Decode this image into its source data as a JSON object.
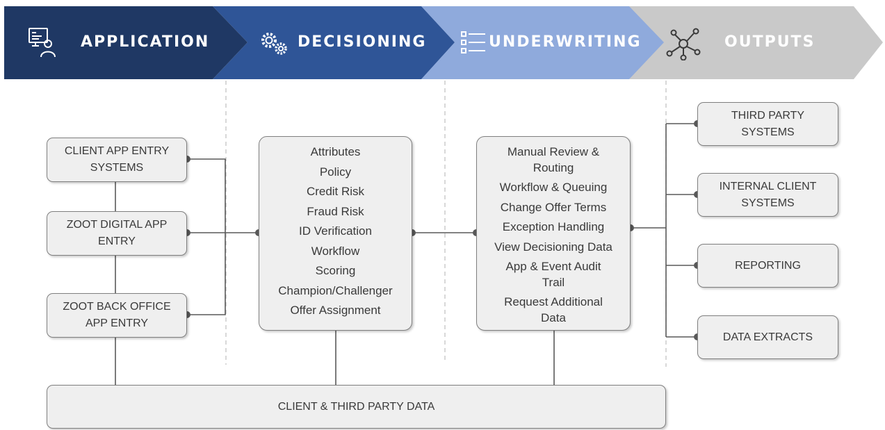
{
  "stages": [
    {
      "label": "APPLICATION",
      "icon": "applicant-screen-icon",
      "color": "#1f3864"
    },
    {
      "label": "DECISIONING",
      "icon": "gears-icon",
      "color": "#2f5597"
    },
    {
      "label": "UNDERWRITING",
      "icon": "checklist-icon",
      "color": "#8faadc"
    },
    {
      "label": "OUTPUTS",
      "icon": "network-icon",
      "color": "#c9c9c9"
    }
  ],
  "application_entries": [
    {
      "line1": "CLIENT APP ENTRY",
      "line2": "SYSTEMS"
    },
    {
      "line1": "ZOOT DIGITAL APP",
      "line2": "ENTRY"
    },
    {
      "line1": "ZOOT BACK OFFICE",
      "line2": "APP ENTRY"
    }
  ],
  "decisioning_items": [
    "Attributes",
    "Policy",
    "Credit Risk",
    "Fraud Risk",
    "ID Verification",
    "Workflow",
    "Scoring",
    "Champion/Challenger",
    "Offer Assignment"
  ],
  "underwriting_items": [
    [
      "Manual Review &",
      "Routing"
    ],
    [
      "Workflow & Queuing"
    ],
    [
      "Change Offer Terms"
    ],
    [
      "Exception Handling"
    ],
    [
      "View Decisioning Data"
    ],
    [
      "App & Event Audit",
      "Trail"
    ],
    [
      "Request Additional",
      "Data"
    ]
  ],
  "outputs": [
    {
      "line1": "THIRD PARTY",
      "line2": "SYSTEMS"
    },
    {
      "line1": "INTERNAL CLIENT",
      "line2": "SYSTEMS"
    },
    {
      "line1": "REPORTING",
      "line2": ""
    },
    {
      "line1": "DATA EXTRACTS",
      "line2": ""
    }
  ],
  "data_source": {
    "label": "CLIENT & THIRD PARTY DATA"
  },
  "colors": {
    "connector": "#595959",
    "divider": "#bfbfbf",
    "box_fill": "#efefef",
    "box_border": "#7f7f7f"
  }
}
